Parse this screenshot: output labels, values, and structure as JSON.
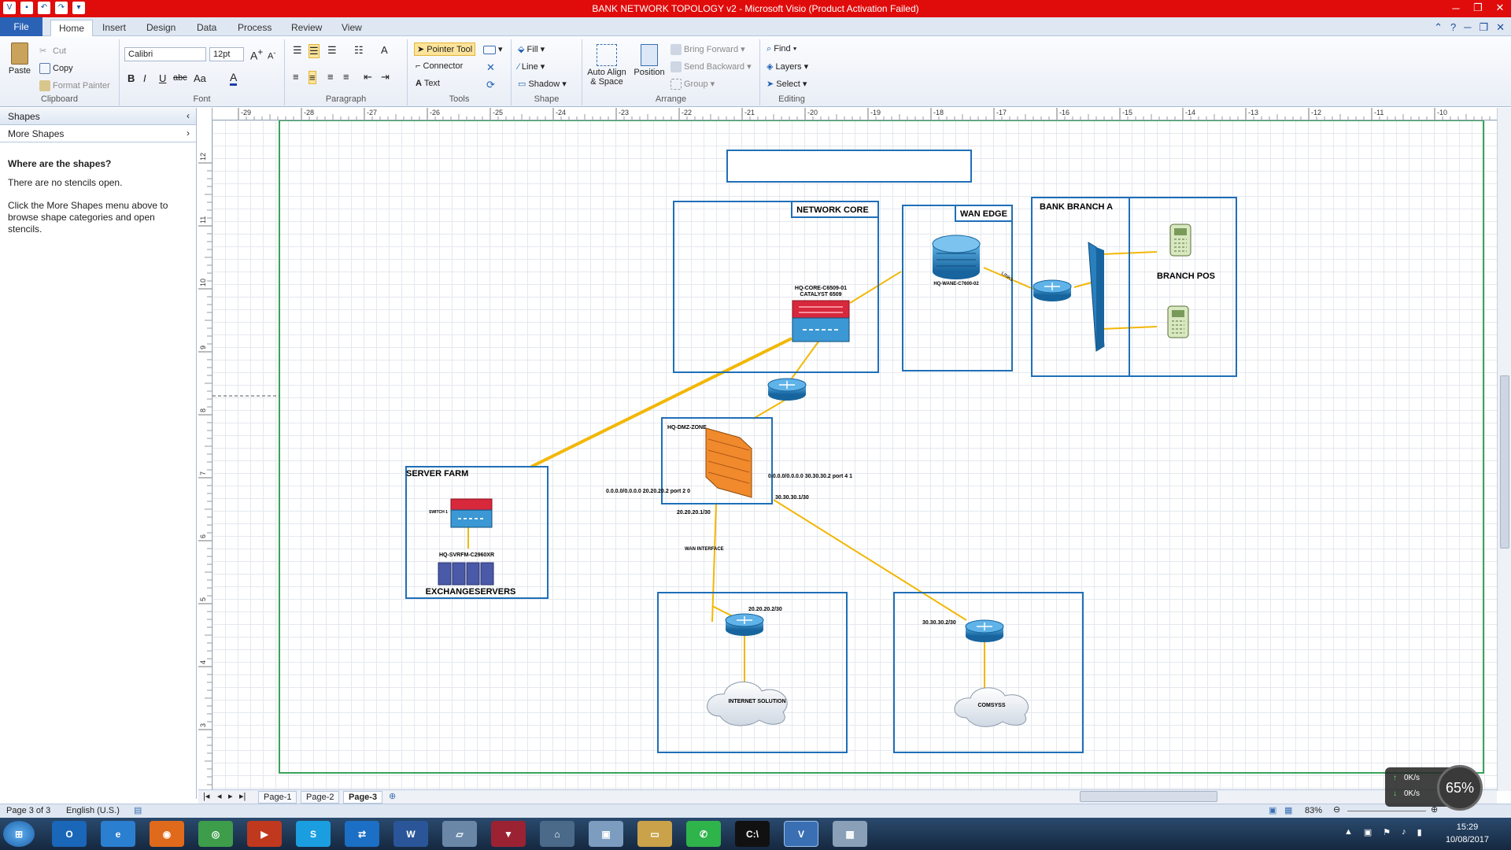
{
  "window": {
    "title": "BANK NETWORK TOPOLOGY v2  -  Microsoft Visio (Product Activation Failed)"
  },
  "ribbon_tabs": [
    "File",
    "Home",
    "Insert",
    "Design",
    "Data",
    "Process",
    "Review",
    "View"
  ],
  "clipboard": {
    "paste": "Paste",
    "cut": "Cut",
    "copy": "Copy",
    "format_painter": "Format Painter",
    "label": "Clipboard"
  },
  "font": {
    "family": "Calibri",
    "size": "12pt",
    "label": "Font",
    "bold": "B",
    "italic": "I",
    "underline": "U",
    "strike": "abc",
    "case": "Aa",
    "color": "A"
  },
  "paragraph": {
    "label": "Paragraph"
  },
  "tools": {
    "pointer": "Pointer Tool",
    "connector": "Connector",
    "text": "Text",
    "label": "Tools"
  },
  "shape": {
    "fill": "Fill",
    "line": "Line",
    "shadow": "Shadow",
    "label": "Shape"
  },
  "arrange": {
    "auto_align": "Auto Align",
    "auto_align2": "& Space",
    "position": "Position",
    "bring_forward": "Bring Forward",
    "send_backward": "Send Backward",
    "group": "Group",
    "label": "Arrange"
  },
  "editing": {
    "find": "Find",
    "layers": "Layers",
    "select": "Select",
    "label": "Editing"
  },
  "shapes_pane": {
    "header": "Shapes",
    "more": "More Shapes",
    "question": "Where are the shapes?",
    "no_stencils": "There are no stencils open.",
    "hint": "Click the More Shapes menu above to browse shape categories and open stencils."
  },
  "ruler_h": [
    "-29",
    "-28",
    "-27",
    "-26",
    "-25",
    "-24",
    "-23",
    "-22",
    "-21",
    "-20",
    "-19",
    "-18",
    "-17",
    "-16",
    "-15",
    "-14",
    "-13",
    "-12",
    "-11",
    "-10"
  ],
  "ruler_v": [
    "12",
    "11",
    "10",
    "9",
    "8",
    "7",
    "6",
    "5",
    "4",
    "3"
  ],
  "diagram": {
    "network_core": "NETWORK CORE",
    "wan_edge": "WAN EDGE",
    "bank_branch": "BANK BRANCH A",
    "branch_pos": "BRANCH POS",
    "core_switch_name": "HQ-CORE-C6509-01",
    "core_switch_model": "CATALYST 6509",
    "wan_router": "HQ-WANE-C7600-02",
    "link_label": "LINK1",
    "dmz_zone": "HQ-DMZ-ZONE",
    "server_farm": "SERVER FARM",
    "switch_label": "SWITCH 1",
    "svrfm_switch": "HQ-SVRFM-C2960XR",
    "exchange_servers": "EXCHANGESERVERS",
    "route_left": "0.0.0.0/0.0.0.0   20.20.20.2 port 2 0",
    "route_right": "0.0.0.0/0.0.0.0 30.30.30.2 port 4 1",
    "ip_left": "20.20.20.1/30",
    "ip_right": "30.30.30.1/30",
    "wan_interface": "WAN INTERFACE",
    "ip_inet_router": "20.20.20.2/30",
    "ip_com_router": "30.30.30.2/30",
    "internet_cloud": "INTERNET SOLUTION",
    "comsys_cloud": "COMSYSS",
    "colors": {
      "box": "#1f6fb8",
      "link": "#f2b705",
      "router": "#1e88c8",
      "firewall": "#f08a2c",
      "switch_red": "#d7283c"
    }
  },
  "page_tabs": [
    "Page-1",
    "Page-2",
    "Page-3"
  ],
  "status": {
    "page": "Page 3 of 3",
    "language": "English (U.S.)",
    "zoom": "83%"
  },
  "net_widget": {
    "up": "0K/s",
    "down": "0K/s",
    "cpu": "65%"
  },
  "clock": {
    "time": "15:29",
    "date": "10/08/2017"
  }
}
